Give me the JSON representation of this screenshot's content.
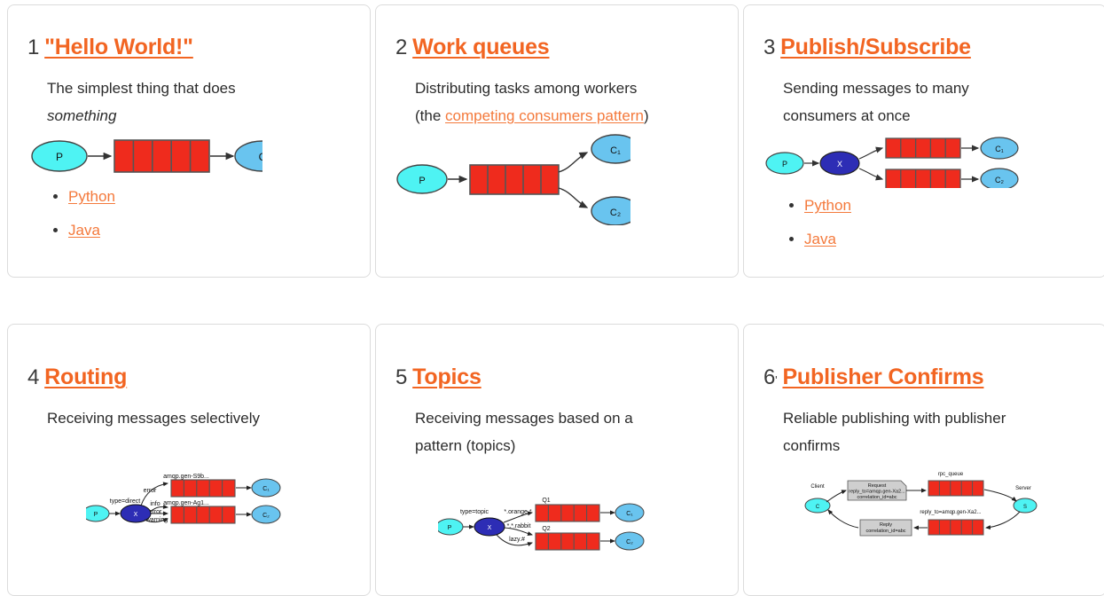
{
  "page": {
    "background": "#ffffff",
    "card_border_color": "#dcdcdc",
    "heading_link_color": "#f26522",
    "inline_link_color": "#f4793b",
    "producer_color": "#4ef3f3",
    "consumer_color": "#69c4ef",
    "queue_color": "#ef2b1d",
    "exchange_color": "#2d2db5",
    "box_color": "#cccccc"
  },
  "cards": [
    {
      "number": "1",
      "title": "\"Hello World!\"",
      "desc_before": "The simplest thing that does ",
      "desc_em": "something",
      "desc_after": "",
      "links": [
        "Python",
        "Java"
      ],
      "diagram": "hello-world",
      "diagram_labels": {
        "producer": "P",
        "consumer": "C"
      }
    },
    {
      "number": "2",
      "title": "Work queues",
      "desc_before": "Distributing tasks among workers (the ",
      "desc_link": "competing consumers pattern",
      "desc_after": ")",
      "links": [],
      "diagram": "work-queues",
      "diagram_labels": {
        "producer": "P",
        "consumer1": "C₁",
        "consumer2": "C₂"
      }
    },
    {
      "number": "3",
      "title": "Publish/Subscribe",
      "desc_before": "Sending messages to many consumers at once",
      "desc_after": "",
      "links": [
        "Python",
        "Java"
      ],
      "diagram": "publish-subscribe",
      "diagram_labels": {
        "producer": "P",
        "exchange": "X",
        "consumer1": "C₁",
        "consumer2": "C₂"
      }
    },
    {
      "number": "4",
      "title": "Routing",
      "desc_before": "Receiving messages selectively",
      "desc_after": "",
      "links": [],
      "diagram": "routing",
      "diagram_labels": {
        "producer": "P",
        "exchange": "X",
        "exchange_type": "type=direct",
        "queue1": "amqp.gen-S9b...",
        "queue2": "amqp.gen-Ag1...",
        "binding_error_top": "error",
        "binding_info": "info",
        "binding_error": "error",
        "binding_warning": "warning",
        "consumer1": "C₁",
        "consumer2": "C₂"
      }
    },
    {
      "number": "5",
      "title": "Topics",
      "desc_before": "Receiving messages based on a pattern (topics)",
      "desc_after": "",
      "links": [],
      "diagram": "topics",
      "diagram_labels": {
        "producer": "P",
        "exchange": "X",
        "exchange_type": "type=topic",
        "queue1": "Q1",
        "queue2": "Q2",
        "binding1": "*.orange.*",
        "binding2": "*.*.rabbit",
        "binding3": "lazy.#",
        "consumer1": "C₁",
        "consumer2": "C₂"
      }
    },
    {
      "number": "6",
      "number_suffix": "'",
      "title": "Publisher Confirms",
      "desc_before": "Reliable publishing with publisher confirms",
      "desc_after": "",
      "links": [],
      "diagram": "rpc",
      "diagram_labels": {
        "client": "Client",
        "client_node": "C",
        "server": "Server",
        "server_node": "S",
        "request_title": "Request",
        "request_line1": "reply_to=amqp.gen-Xa2...",
        "request_line2": "correlation_id=abc",
        "reply_title": "Reply",
        "reply_line1": "correlation_id=abc",
        "queue1": "rpc_queue",
        "queue2": "reply_to=amqp.gen-Xa2..."
      }
    }
  ]
}
